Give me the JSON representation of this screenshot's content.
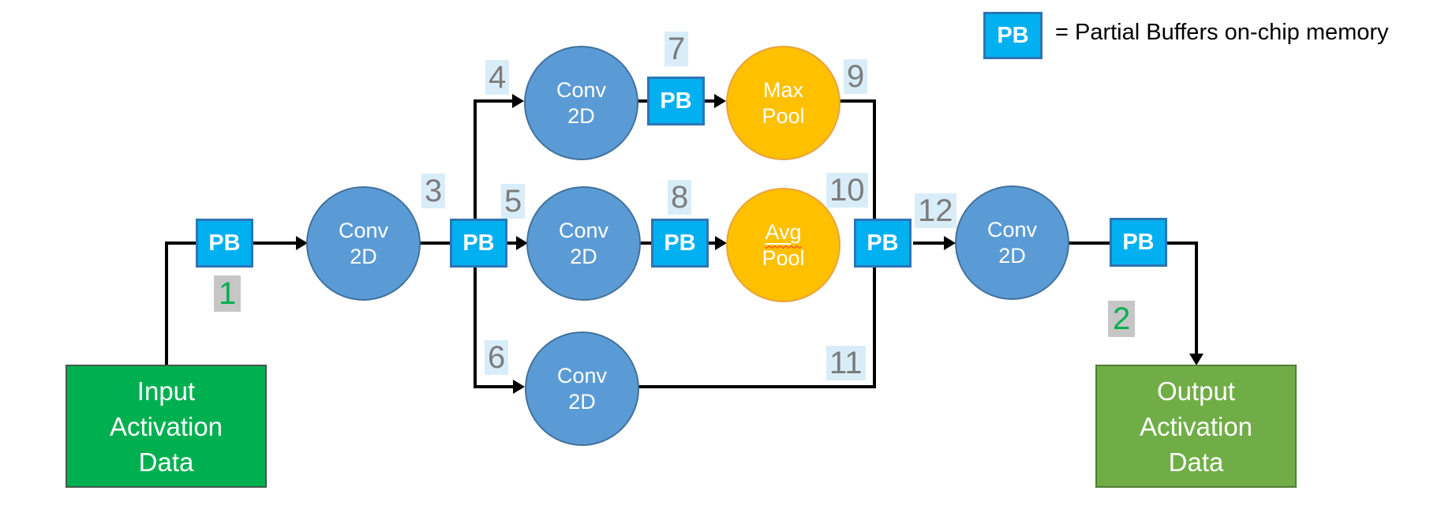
{
  "legend": {
    "pb": "PB",
    "text": "= Partial Buffers on-chip memory"
  },
  "pb_label": "PB",
  "steps": [
    "1",
    "2",
    "3",
    "4",
    "5",
    "6",
    "7",
    "8",
    "9",
    "10",
    "11",
    "12"
  ],
  "nodes": {
    "input": {
      "lines": [
        "Input",
        "Activation",
        "Data"
      ]
    },
    "output": {
      "lines": [
        "Output",
        "Activation",
        "Data"
      ]
    },
    "conv_top": {
      "lines": [
        "Conv",
        "2D"
      ]
    },
    "conv_mid_left": {
      "lines": [
        "Conv",
        "2D"
      ]
    },
    "conv_mid": {
      "lines": [
        "Conv",
        "2D"
      ]
    },
    "conv_bottom": {
      "lines": [
        "Conv",
        "2D"
      ]
    },
    "conv_right": {
      "lines": [
        "Conv",
        "2D"
      ]
    },
    "max_pool": {
      "lines": [
        "Max",
        "Pool"
      ]
    },
    "avg_pool": {
      "lines": [
        "Avg",
        "Pool"
      ]
    }
  },
  "colors": {
    "conv_fill": "#5B9BD5",
    "conv_border": "#41719C",
    "pool_fill": "#FFC000",
    "pool_border": "#E8A33D",
    "pb_fill": "#00B0F0",
    "pb_border": "#2E75B6",
    "input_fill": "#00B050",
    "output_fill": "#70AD47",
    "badge_highlight": "#D9EDF9",
    "badge_number": "#7C7C7C",
    "badge_gray": "#C6C6C6",
    "badge_green_number": "#00B050",
    "connector": "#000000"
  }
}
